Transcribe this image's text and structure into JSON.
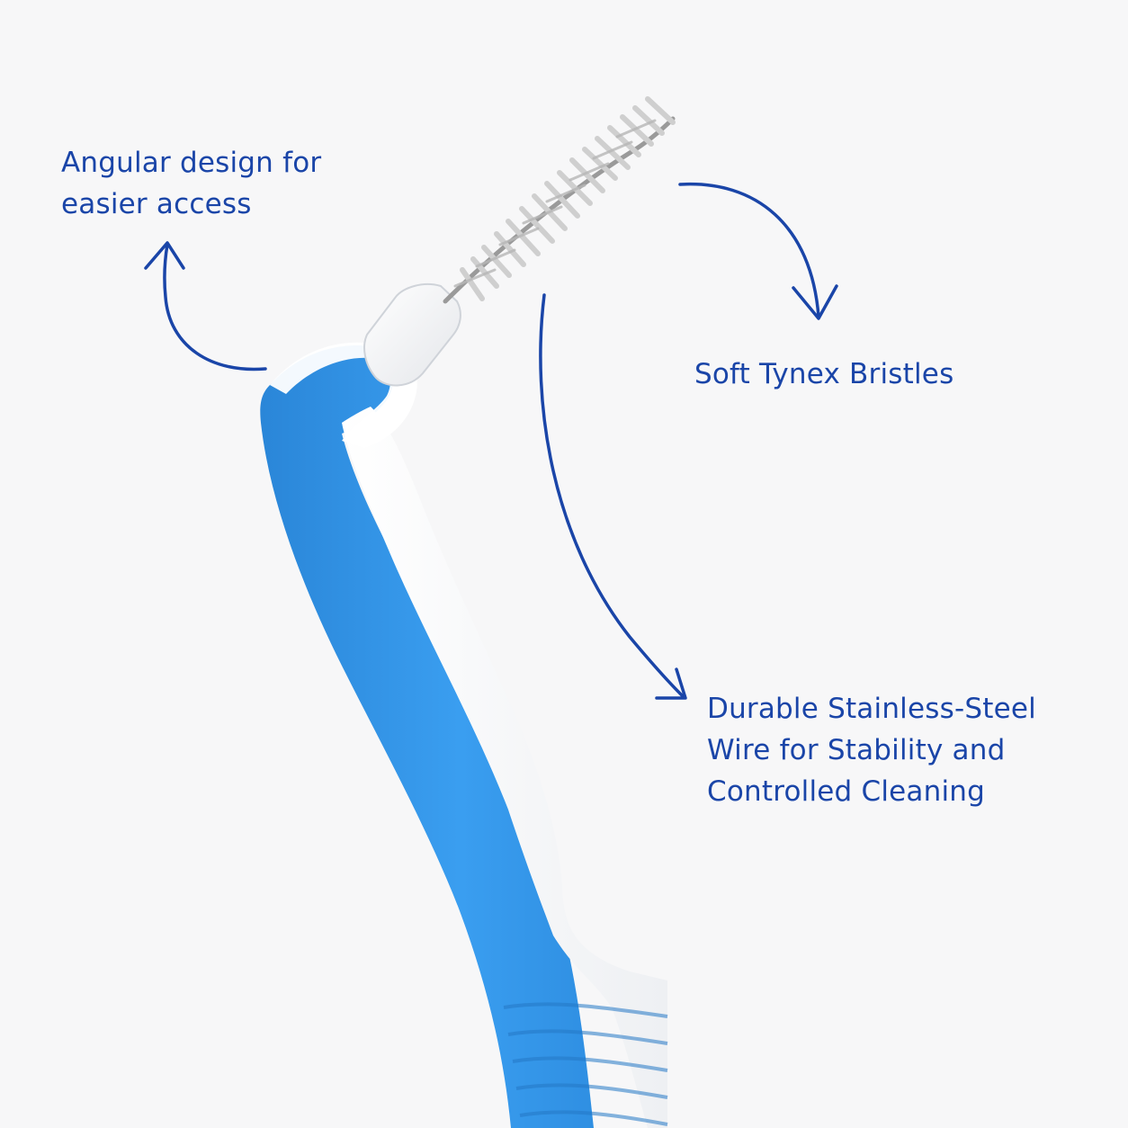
{
  "colors": {
    "background": "#f7f7f8",
    "text": "#1a45a8",
    "arrow": "#1a45a8",
    "handle_blue": "#2e8fe0",
    "handle_white": "#ffffff",
    "bristles": "#d8d8d8",
    "wire": "#9a9a9a"
  },
  "callouts": {
    "angular": {
      "lines": [
        "Angular design for",
        "easier access"
      ]
    },
    "bristles": {
      "lines": [
        "Soft Tynex Bristles"
      ]
    },
    "wire": {
      "lines": [
        "Durable Stainless-Steel",
        "Wire for Stability and",
        "Controlled Cleaning"
      ]
    }
  },
  "product": {
    "item": "interdental-brush",
    "icons": [
      "arrow-icon",
      "arrow-icon",
      "arrow-icon"
    ]
  }
}
